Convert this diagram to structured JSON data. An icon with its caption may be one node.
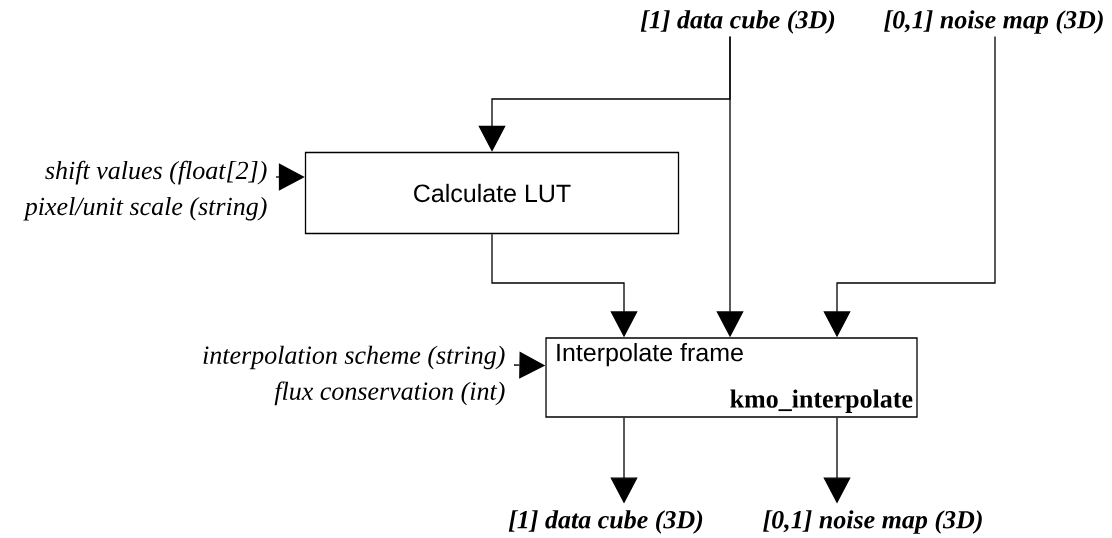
{
  "diagram": {
    "nodes": [
      {
        "text": [
          "[1] data cube (3D)"
        ]
      },
      {
        "text": [
          "[0,1] noise map (3D)"
        ]
      },
      {
        "text": [
          "shift values (float[2])",
          "pixel/unit scale (string)"
        ]
      },
      {
        "text": [
          "Calculate LUT"
        ]
      },
      {
        "text": [
          "Interpolate frame",
          "kmo_interpolate"
        ]
      },
      {
        "text": [
          "interpolation scheme (string)",
          "flux conservation (int)"
        ]
      },
      {
        "text": [
          "[1] data cube (3D)"
        ]
      },
      {
        "text": [
          "[0,1] noise map (3D)"
        ]
      }
    ],
    "edges": [
      {
        "from": 0,
        "to": 3,
        "arrow": "to"
      },
      {
        "from": 0,
        "to": 4,
        "arrow": "to"
      },
      {
        "from": 1,
        "to": 4,
        "arrow": "to"
      },
      {
        "from": 3,
        "to": 4,
        "arrow": "to"
      },
      {
        "from": 2,
        "to": 3,
        "arrow": "to"
      },
      {
        "from": 5,
        "to": 4,
        "arrow": "to"
      },
      {
        "from": 4,
        "to": 6,
        "arrow": "to"
      },
      {
        "from": 4,
        "to": 7,
        "arrow": "to"
      }
    ]
  }
}
